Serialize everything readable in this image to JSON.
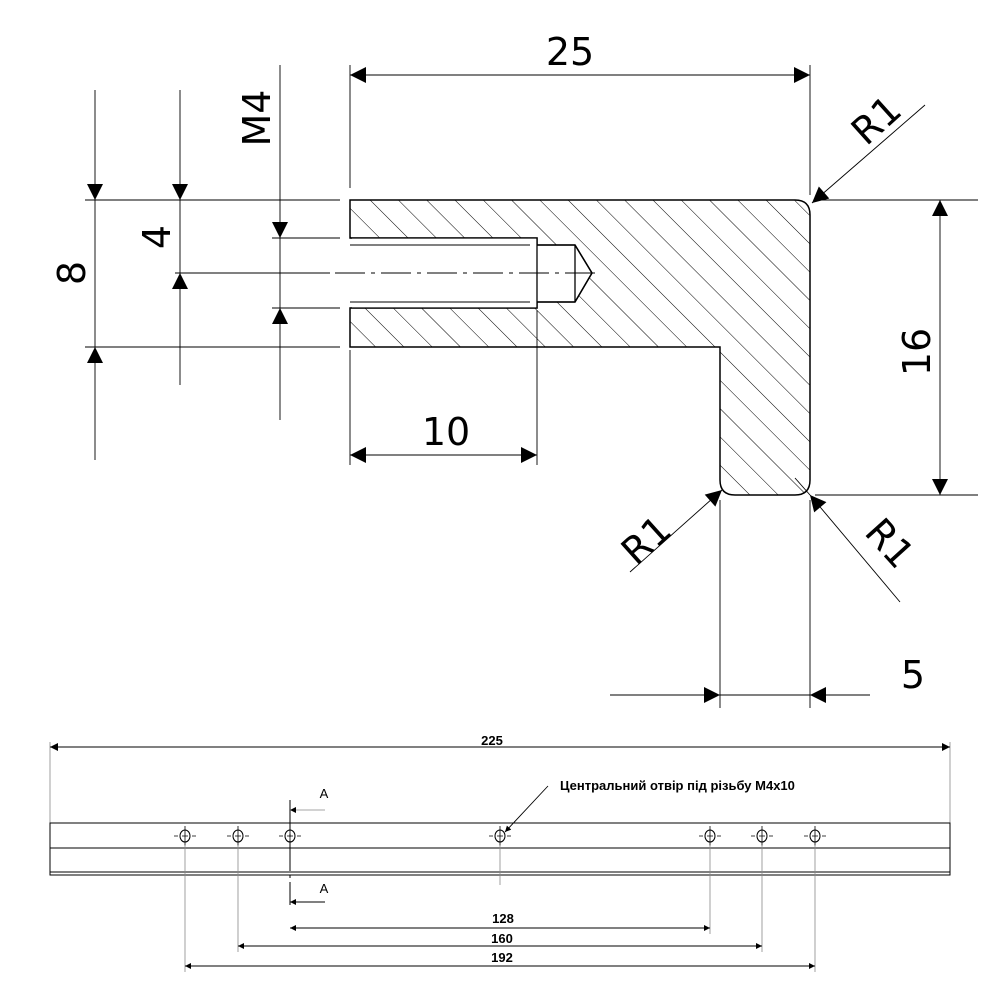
{
  "section_view": {
    "dim_length": "25",
    "dim_height": "16",
    "dim_wall": "5",
    "dim_thread_depth": "10",
    "dim_flange": "8",
    "dim_center": "4",
    "dim_thread": "M4",
    "radius_top": "R1",
    "radius_inner": "R1",
    "radius_bottom": "R1"
  },
  "plan_view": {
    "dim_total": "225",
    "note": "Центральний отвір під різьбу M4x10",
    "section_label_top": "A",
    "section_label_bottom": "A",
    "dim_128": "128",
    "dim_160": "160",
    "dim_192": "192"
  }
}
